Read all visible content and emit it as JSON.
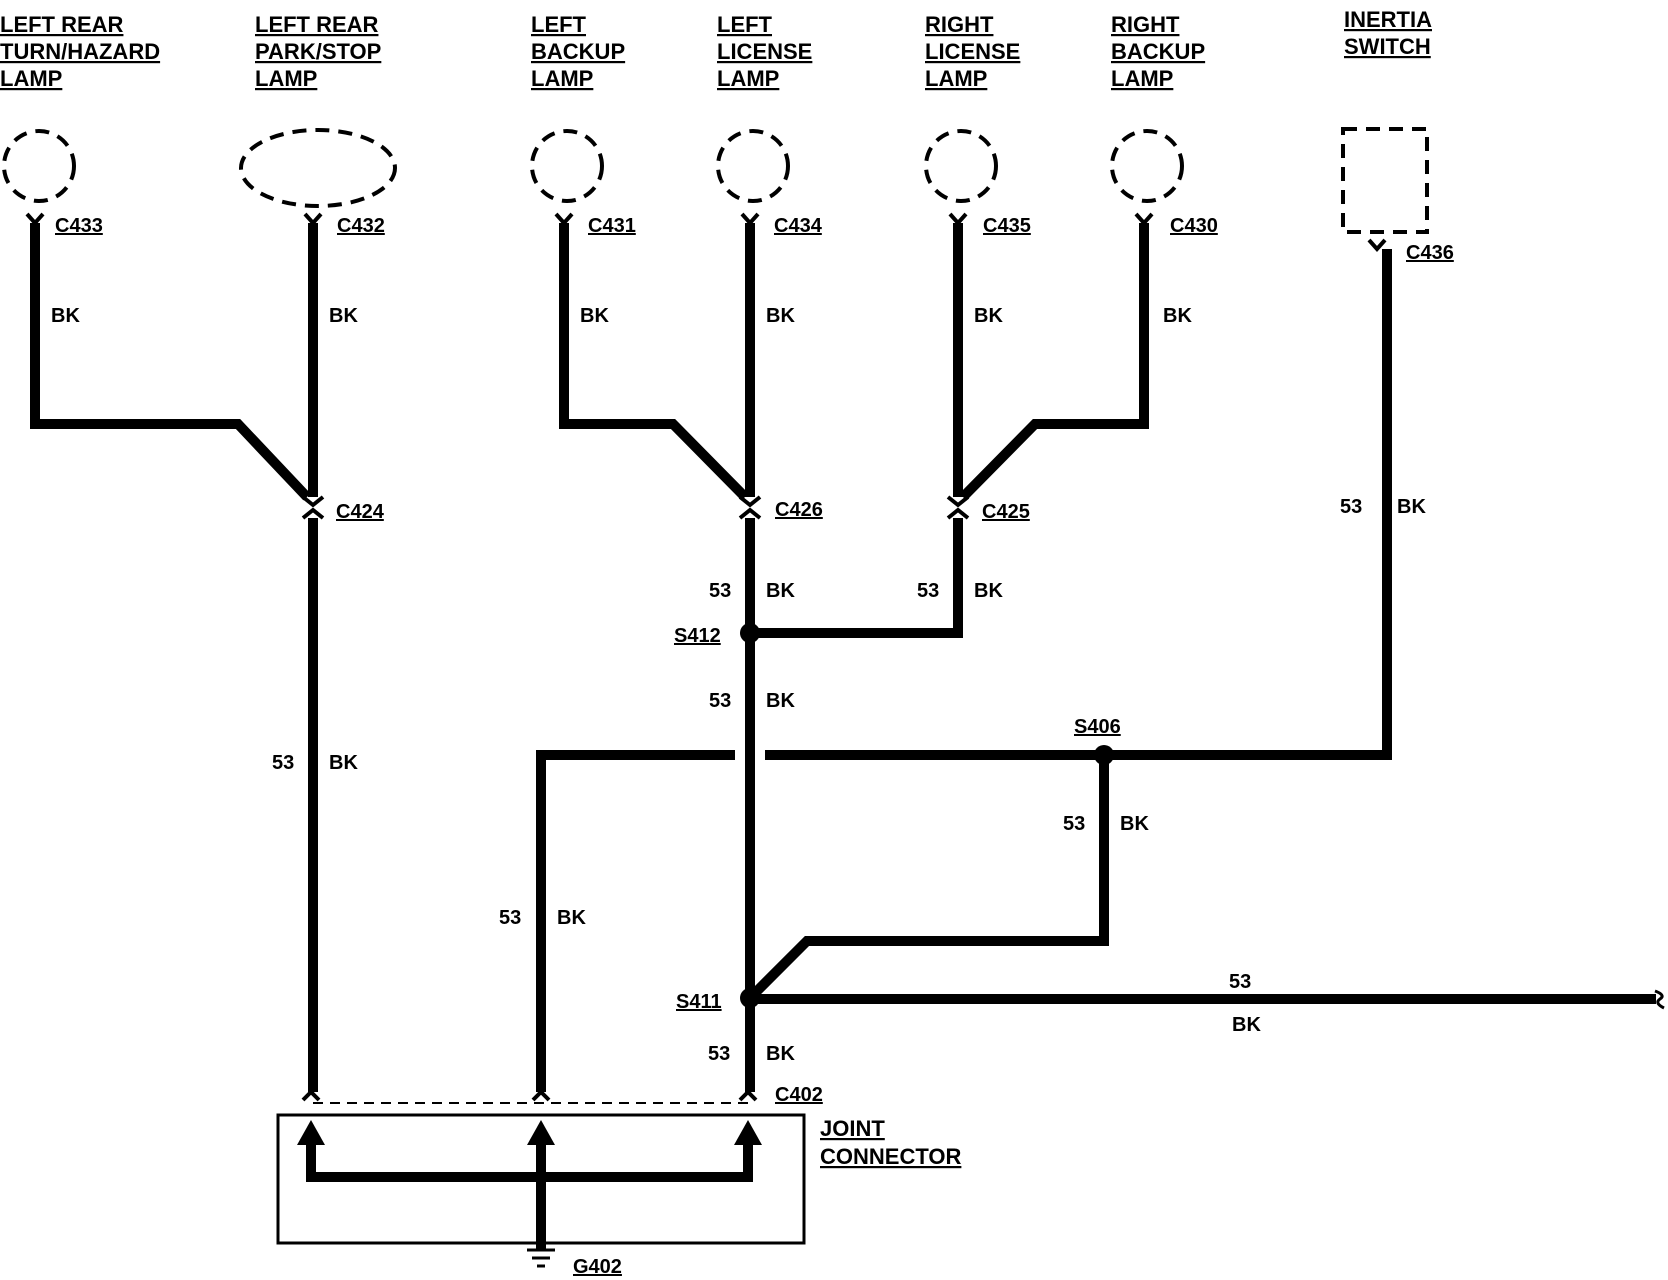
{
  "components": {
    "lr_turn": [
      "LEFT REAR",
      "TURN/HAZARD",
      "LAMP"
    ],
    "lr_park": [
      "LEFT REAR",
      "PARK/STOP",
      "LAMP"
    ],
    "l_backup": [
      "LEFT",
      "BACKUP",
      "LAMP"
    ],
    "l_license": [
      "LEFT",
      "LICENSE",
      "LAMP"
    ],
    "r_license": [
      "RIGHT",
      "LICENSE",
      "LAMP"
    ],
    "r_backup": [
      "RIGHT",
      "BACKUP",
      "LAMP"
    ],
    "inertia": [
      "INERTIA",
      "SWITCH"
    ],
    "joint": [
      "JOINT",
      "CONNECTOR"
    ]
  },
  "connectors": {
    "c433": "C433",
    "c432": "C432",
    "c431": "C431",
    "c434": "C434",
    "c435": "C435",
    "c430": "C430",
    "c436": "C436",
    "c424": "C424",
    "c426": "C426",
    "c425": "C425",
    "c402": "C402",
    "g402": "G402"
  },
  "splices": {
    "s412": "S412",
    "s406": "S406",
    "s411": "S411"
  },
  "wire": {
    "circuit": "53",
    "color": "BK"
  }
}
